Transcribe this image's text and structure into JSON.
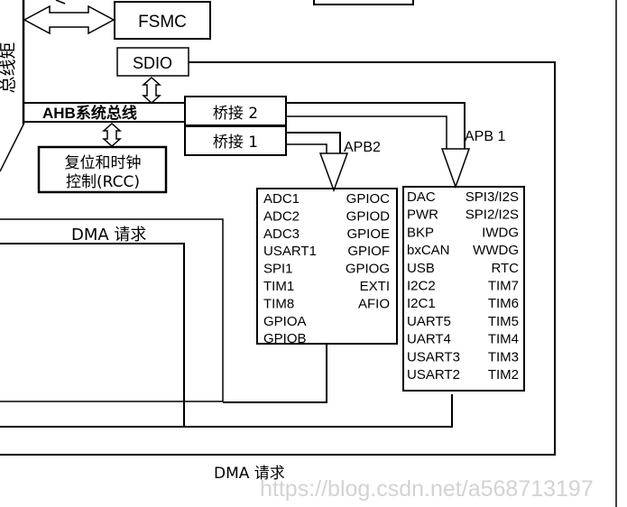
{
  "left_edge_label": "总线矩",
  "fsmc": {
    "label": "FSMC"
  },
  "sdio": {
    "label": "SDIO"
  },
  "ahb_bus": {
    "label": "AHB系统总线"
  },
  "bridge2": {
    "label": "桥接 2"
  },
  "bridge1": {
    "label": "桥接 1"
  },
  "rcc": {
    "line1": "复位和时钟",
    "line2": "控制(RCC)"
  },
  "apb2": {
    "label": "APB2",
    "left": [
      "ADC1",
      "ADC2",
      "ADC3",
      "USART1",
      "SPI1",
      "TIM1",
      "TIM8",
      "GPIOA",
      "GPIOB"
    ],
    "right": [
      "GPIOC",
      "GPIOD",
      "GPIOE",
      "GPIOF",
      "GPIOG",
      "EXTI",
      "AFIO"
    ]
  },
  "apb1": {
    "label": "APB 1",
    "left": [
      "DAC",
      "PWR",
      "BKP",
      "bxCAN",
      "USB",
      "I2C2",
      "I2C1",
      "UART5",
      "UART4",
      "USART3",
      "USART2"
    ],
    "right": [
      "SPI3/I2S",
      "SPI2/I2S",
      "IWDG",
      "WWDG",
      "RTC",
      "TIM7",
      "TIM6",
      "TIM5",
      "TIM4",
      "TIM3",
      "TIM2"
    ]
  },
  "dma_request_top": {
    "label": "DMA 请求"
  },
  "dma_request_bottom": {
    "label": "DMA 请求"
  },
  "watermark": "https://blog.csdn.net/a568713197"
}
